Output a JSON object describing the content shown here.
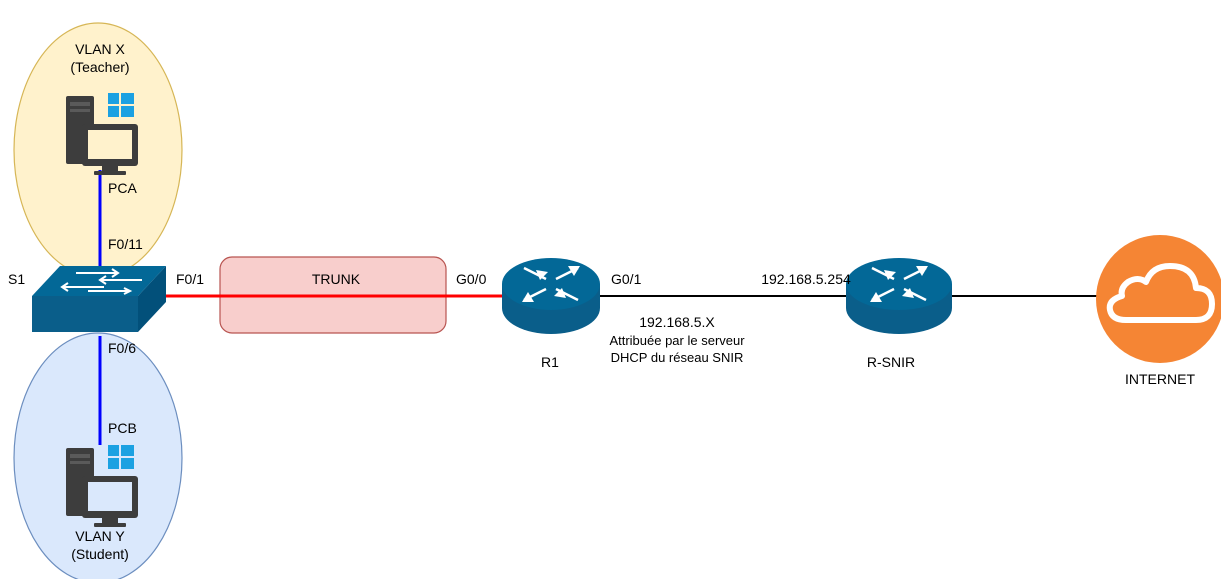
{
  "vlan_x": {
    "name": "VLAN X",
    "role": "(Teacher)"
  },
  "vlan_y": {
    "name": "VLAN Y",
    "role": "(Student)"
  },
  "pca": {
    "label": "PCA"
  },
  "pcb": {
    "label": "PCB"
  },
  "switch": {
    "label": "S1",
    "port_pca": "F0/11",
    "port_pcb": "F0/6",
    "port_trunk": "F0/1"
  },
  "trunk": {
    "label": "TRUNK"
  },
  "r1": {
    "label": "R1",
    "port_in": "G0/0",
    "port_out": "G0/1",
    "ip": "192.168.5.X",
    "ip_note_line1": "Attribuée par le serveur",
    "ip_note_line2": "DHCP du réseau SNIR"
  },
  "r_snir": {
    "label": "R-SNIR",
    "ip": "192.168.5.254"
  },
  "internet": {
    "label": "INTERNET"
  },
  "colors": {
    "vlan_x_fill": "#fff2cc",
    "vlan_x_stroke": "#d6b656",
    "vlan_y_fill": "#dae8fc",
    "vlan_y_stroke": "#6c8ebf",
    "trunk_fill": "#f8cecc",
    "trunk_stroke": "#b85450",
    "access_link": "#0000ff",
    "trunk_link": "#ff0000",
    "wan_link": "#000000",
    "device_blue": "#036897",
    "cloud_orange": "#f58534",
    "windows_blue": "#1ba1e2"
  }
}
